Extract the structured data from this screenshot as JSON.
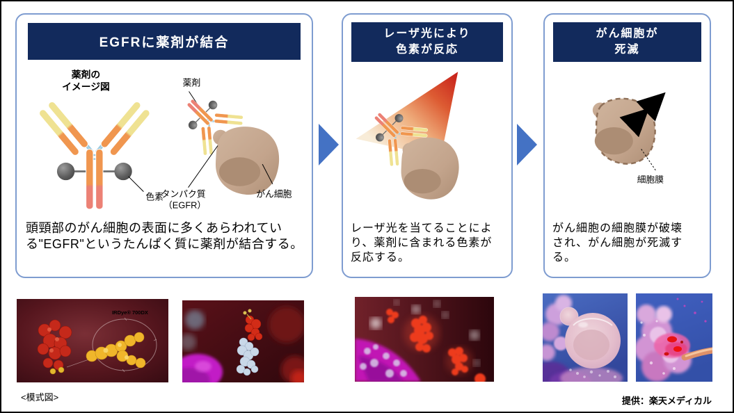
{
  "colors": {
    "header_bg": "#122A5C",
    "panel_border": "#7E9CD0",
    "arrow": "#4472C4",
    "laser_red": "#C8231B",
    "cell_fill": "#C9AD96",
    "cell_nucleus": "#AC8D74",
    "dye_gray": "#5E5E5E"
  },
  "panels": [
    {
      "title_line1": "EGFRに薬剤が結合",
      "body_lines": [
        "頭頸部のがん細胞の表面に多くあらわれてい",
        "る\"EGFR\"というたんぱく質に薬剤が結合する。"
      ],
      "labels": {
        "diagram_caption_line1": "薬剤の",
        "diagram_caption_line2": "イメージ図",
        "drug": "薬剤",
        "dye": "色素",
        "protein_line1": "タンパク質",
        "protein_line2": "（EGFR）",
        "cancer_cell": "がん細胞"
      }
    },
    {
      "title_line1": "レーザ光により",
      "title_line2": "色素が反応",
      "body_lines": [
        "レーザ光を当てることによ",
        "り、薬剤に含まれる色素が",
        "反応する。"
      ]
    },
    {
      "title_line1": "がん細胞が",
      "title_line2": "死滅",
      "body_lines": [
        "がん細胞の細胞膜が破壊",
        "され、がん細胞が死滅す",
        "る。"
      ],
      "labels": {
        "membrane": "細胞膜"
      }
    }
  ],
  "photos": {
    "irdye_caption": "IRDye® 700DX"
  },
  "footer": {
    "left_caption": "<模式図>",
    "credit": "提供：楽天メディカル"
  }
}
